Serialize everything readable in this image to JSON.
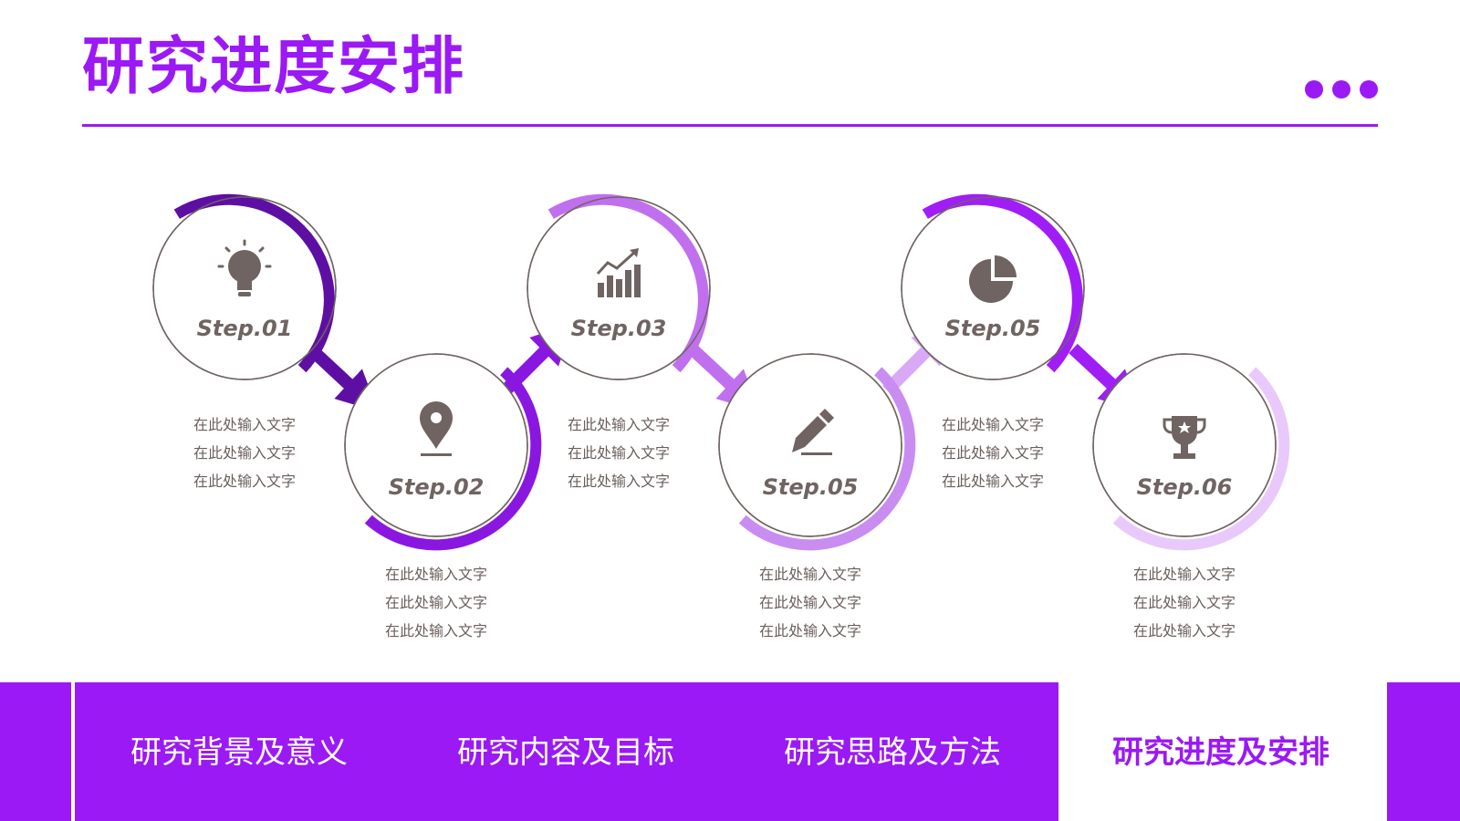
{
  "header": {
    "title": "研究进度安排"
  },
  "steps": [
    {
      "label": "Step.01",
      "icon": "lightbulb-icon",
      "color": "#5e0fa3",
      "desc": [
        "在此处输入文字",
        "在此处输入文字",
        "在此处输入文字"
      ]
    },
    {
      "label": "Step.02",
      "icon": "map-pin-icon",
      "color": "#8a17e0",
      "desc": [
        "在此处输入文字",
        "在此处输入文字",
        "在此处输入文字"
      ]
    },
    {
      "label": "Step.03",
      "icon": "bar-chart-icon",
      "color": "#c070ee",
      "desc": [
        "在此处输入文字",
        "在此处输入文字",
        "在此处输入文字"
      ]
    },
    {
      "label": "Step.05",
      "icon": "pencil-icon",
      "color": "#c98cf0",
      "desc": [
        "在此处输入文字",
        "在此处输入文字",
        "在此处输入文字"
      ]
    },
    {
      "label": "Step.05",
      "icon": "pie-chart-icon",
      "color": "#a01ef5",
      "desc": [
        "在此处输入文字",
        "在此处输入文字",
        "在此处输入文字"
      ]
    },
    {
      "label": "Step.06",
      "icon": "trophy-icon",
      "color": "#e9c9fb",
      "desc": [
        "在此处输入文字",
        "在此处输入文字",
        "在此处输入文字"
      ]
    }
  ],
  "nav": {
    "items": [
      "研究背景及意义",
      "研究内容及目标",
      "研究思路及方法",
      "研究进度及安排"
    ],
    "active_index": 3
  },
  "colors": {
    "accent": "#9b19f5",
    "icon": "#6f6461",
    "circle_stroke": "#6f6461"
  }
}
